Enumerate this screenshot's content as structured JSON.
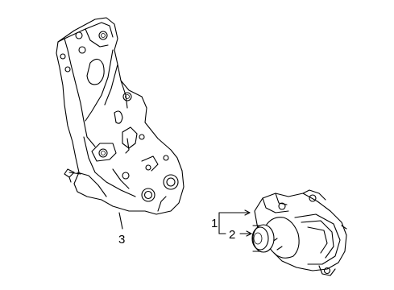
{
  "callouts": {
    "alternator": "1",
    "pulley": "2",
    "bracket": "3"
  },
  "colors": {
    "line": "#000000",
    "background": "#ffffff"
  }
}
